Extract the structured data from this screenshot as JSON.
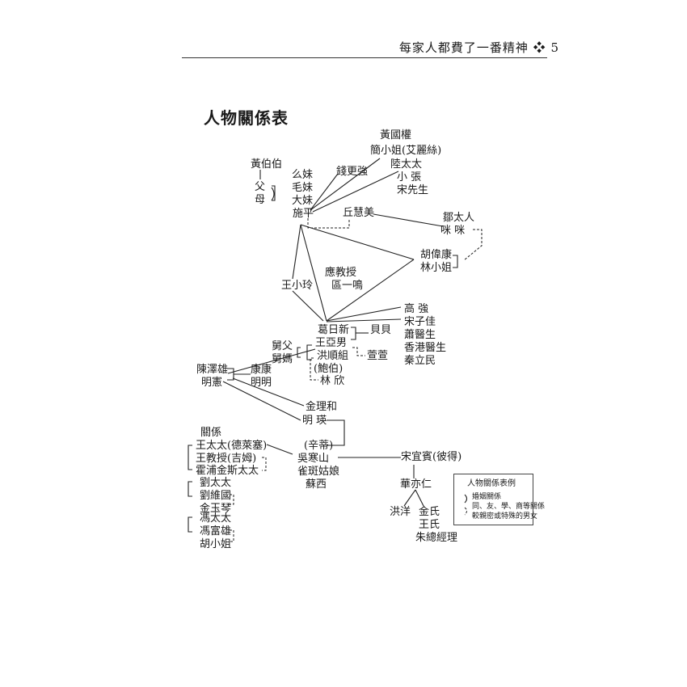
{
  "header": {
    "running_title": "每家人都費了一番精神 ❖ 5"
  },
  "title": "人物關係表",
  "names": {
    "huang_guoquan": "黃國權",
    "jian_xiaojie": "簡小姐(艾麗絲)",
    "lu_taitai": "陸太太",
    "xiao_zhang": "小 張",
    "song_xiansheng": "宋先生",
    "huang_bobo": "黃伯伯",
    "fu": "父",
    "mu": "母",
    "yaomei": "么妹",
    "maomei": "毛妹",
    "damei": "大妹",
    "shiping": "施平",
    "qian_gengqiang": "錢更強",
    "qiu_huimei": "丘慧美",
    "zou_furen": "鄒太人",
    "mimi": "咪 咪",
    "hu_weikang": "胡偉康",
    "lin_xiaojie": "林小姐",
    "ying_jiaoshou": "應教授",
    "ou_yiming": "區一鳴",
    "wang_xiaoling": "王小玲",
    "gao_qiang": "高 強",
    "song_zijia": "宋子佳",
    "xiao_yisheng": "蕭醫生",
    "xianggang_yisheng": "香港醫生",
    "qin_limin": "秦立民",
    "ge_rixin": "葛日新",
    "beibei": "貝貝",
    "wang_yanan": "王亞男",
    "hong_shunzu": "洪順組",
    "baobo": "(鮑伯)",
    "lin_xin": "林 欣",
    "guanguan": "萱萱",
    "jiufu": "舅父",
    "jiuma": "舅媽",
    "chen_zexiong": "陳澤雄",
    "mingxian": "明憲",
    "kangkang": "康康",
    "mingming": "明明",
    "jin_lihe": "金理和",
    "ming_ying": "明 瑛",
    "xindi": "(辛蒂)",
    "guanxi": "關係",
    "wang_taitai": "王太太(德萊塞)",
    "wang_jiaoshou": "王教授(吉姆)",
    "hopkins": "霍浦金斯太太",
    "wu_hanshan": "吳寒山",
    "queban_guniang": "雀斑姑娘",
    "suxi": "蘇西",
    "song_yibin": "宋宜賓(彼得)",
    "liu_taitai": "劉太太",
    "liu_weiguo": "劉維國",
    "jin_yuqin": "金玉琴",
    "feng_taitai": "馮太太",
    "feng_fuxiong": "馮富雄",
    "hu_xiaojie2": "胡小姐",
    "hua_yiren": "華亦仁",
    "hong_yang": "洪洋",
    "jin_shi": "金氏",
    "wang_shi": "王氏",
    "zhu_zongjingli": "朱總經理"
  },
  "legend": {
    "title": "人物關係表例",
    "marriage": "婚姻關係",
    "others": "同、友、學、商等關係",
    "special": "較親密或特殊的男女"
  }
}
